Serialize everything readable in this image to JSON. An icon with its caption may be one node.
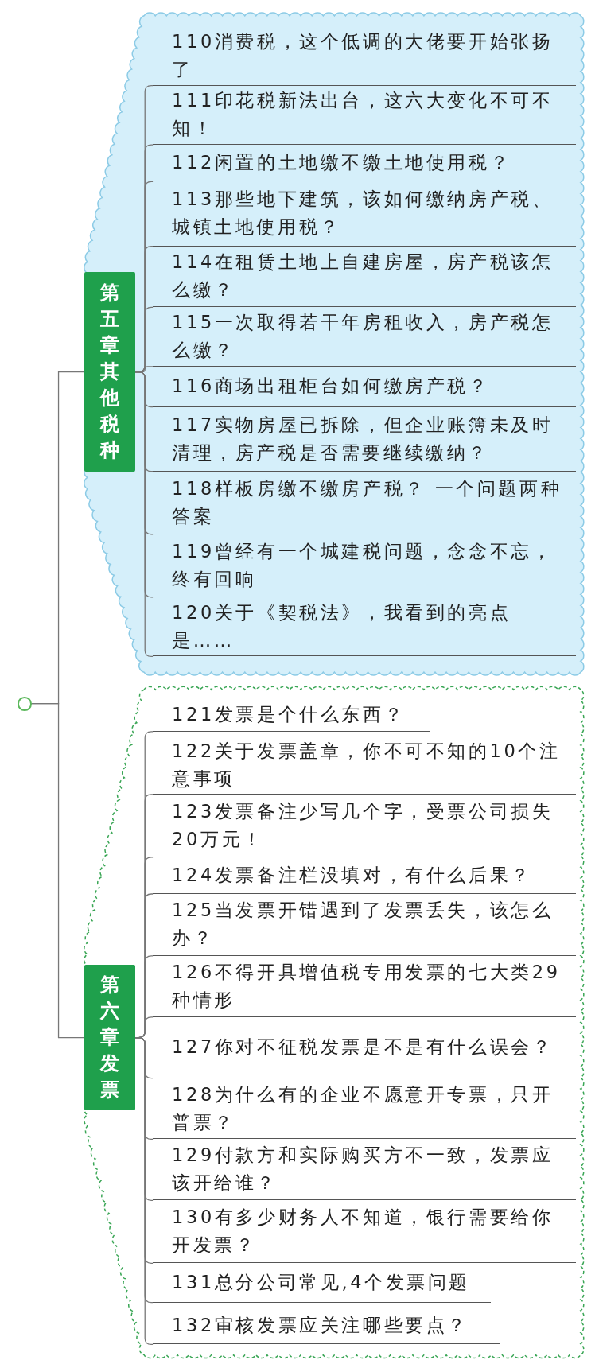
{
  "diagram": {
    "nodes": [
      {
        "text": [],
        "shape": "circle"
      },
      {
        "text": [
          "第五章其他税种"
        ]
      },
      {
        "text": [
          "110消费税，这个低调的大佬要开始张扬了"
        ]
      },
      {
        "text": [
          "111印花税新法出台，这六大变化不可不知！"
        ]
      },
      {
        "text": [
          "112闲置的土地缴不缴土地使用税？"
        ]
      },
      {
        "text": [
          "113那些地下建筑，该如何缴纳房产税、城镇土地使用税？"
        ]
      },
      {
        "text": [
          "114在租赁土地上自建房屋，房产税该怎么缴？"
        ]
      },
      {
        "text": [
          "115一次取得若干年房租收入，房产税怎么缴？"
        ]
      },
      {
        "text": [
          "116商场出租柜台如何缴房产税？"
        ]
      },
      {
        "text": [
          "117实物房屋已拆除，但企业账簿未及时清理，房产税是否需要继续缴纳？"
        ]
      },
      {
        "text": [
          "118样板房缴不缴房产税？ 一个问题两种答案"
        ]
      },
      {
        "text": [
          "119曾经有一个城建税问题，念念不忘，终有回响"
        ]
      },
      {
        "text": [
          "120关于《契税法》，我看到的亮点是……"
        ]
      },
      {
        "text": [
          "第六章发票"
        ]
      },
      {
        "text": [
          "121发票是个什么东西？"
        ]
      },
      {
        "text": [
          "122关于发票盖章，你不可不知的10个注意事项"
        ]
      },
      {
        "text": [
          "123发票备注少写几个字，受票公司损失20万元！"
        ]
      },
      {
        "text": [
          "124发票备注栏没填对，有什么后果？"
        ]
      },
      {
        "text": [
          "125当发票开错遇到了发票丢失，该怎么办？"
        ]
      },
      {
        "text": [
          "126不得开具增值税专用发票的七大类29种情形"
        ]
      },
      {
        "text": [
          "127你对不征税发票是不是有什么误会？"
        ]
      },
      {
        "text": [
          "128为什么有的企业不愿意开专票，只开普票？"
        ]
      },
      {
        "text": [
          "129付款方和实际购买方不一致，发票应该开给谁？"
        ]
      },
      {
        "text": [
          "130有多少财务人不知道，银行需要给你开发票？"
        ]
      },
      {
        "text": [
          "131总分公司常见,4个发票问题"
        ]
      },
      {
        "text": [
          "132审核发票应关注哪些要点？"
        ]
      }
    ],
    "edges": [
      {
        "from": 0,
        "to": 1,
        "arrow": "none"
      },
      {
        "from": 0,
        "to": 13,
        "arrow": "none"
      },
      {
        "from": 1,
        "to": 2,
        "arrow": "none"
      },
      {
        "from": 1,
        "to": 3,
        "arrow": "none"
      },
      {
        "from": 1,
        "to": 4,
        "arrow": "none"
      },
      {
        "from": 1,
        "to": 5,
        "arrow": "none"
      },
      {
        "from": 1,
        "to": 6,
        "arrow": "none"
      },
      {
        "from": 1,
        "to": 7,
        "arrow": "none"
      },
      {
        "from": 1,
        "to": 8,
        "arrow": "none"
      },
      {
        "from": 1,
        "to": 9,
        "arrow": "none"
      },
      {
        "from": 1,
        "to": 10,
        "arrow": "none"
      },
      {
        "from": 1,
        "to": 11,
        "arrow": "none"
      },
      {
        "from": 1,
        "to": 12,
        "arrow": "none"
      },
      {
        "from": 13,
        "to": 14,
        "arrow": "none"
      },
      {
        "from": 13,
        "to": 15,
        "arrow": "none"
      },
      {
        "from": 13,
        "to": 16,
        "arrow": "none"
      },
      {
        "from": 13,
        "to": 17,
        "arrow": "none"
      },
      {
        "from": 13,
        "to": 18,
        "arrow": "none"
      },
      {
        "from": 13,
        "to": 19,
        "arrow": "none"
      },
      {
        "from": 13,
        "to": 20,
        "arrow": "none"
      },
      {
        "from": 13,
        "to": 21,
        "arrow": "none"
      },
      {
        "from": 13,
        "to": 22,
        "arrow": "none"
      },
      {
        "from": 13,
        "to": 23,
        "arrow": "none"
      },
      {
        "from": 13,
        "to": 24,
        "arrow": "none"
      },
      {
        "from": 13,
        "to": 25,
        "arrow": "none"
      }
    ]
  }
}
